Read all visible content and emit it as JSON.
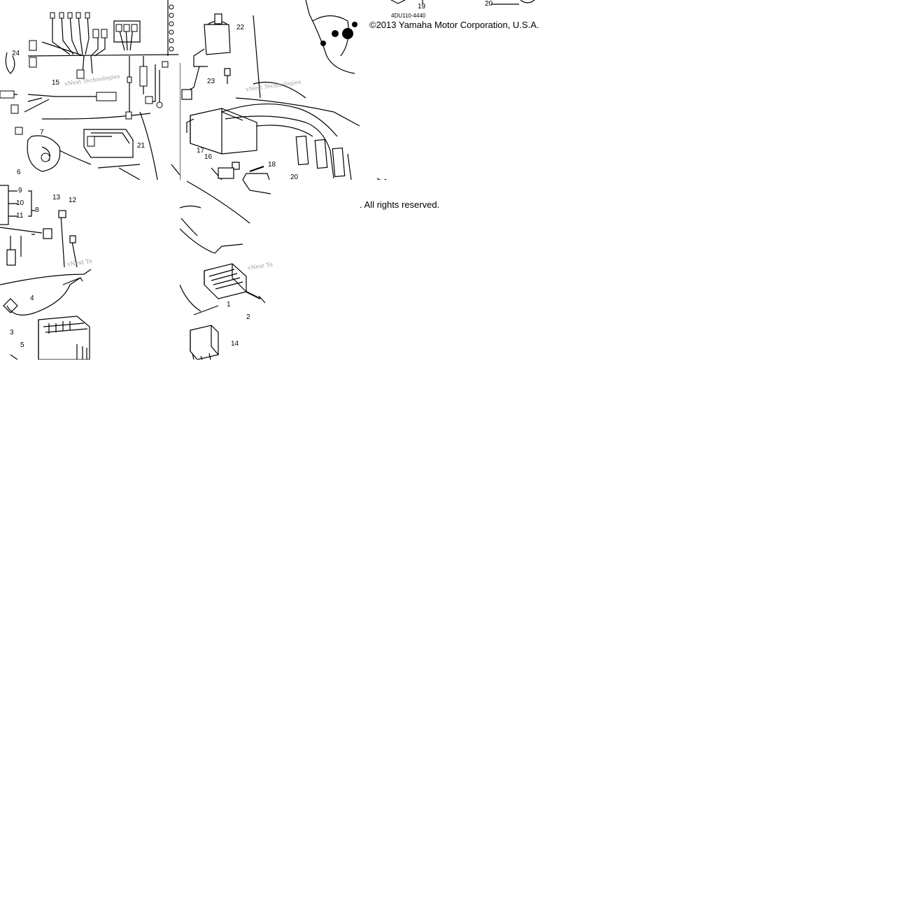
{
  "tiles": [
    {
      "callouts": [
        "24",
        "15",
        "7",
        "6",
        "21"
      ],
      "watermark": "vNext Technologies"
    },
    {
      "callouts": [
        "22",
        "23",
        "17",
        "16",
        "18",
        "20"
      ],
      "watermark": "vNext Technologies"
    },
    {
      "callouts": [
        "19",
        "20"
      ],
      "part_code": "4DU110-4440",
      "copyright": "©2013 Yamaha Motor Corporation, U.S.A."
    },
    {
      "callouts": [
        "9",
        "10",
        "8",
        "11",
        "13",
        "12",
        "4",
        "3",
        "5"
      ],
      "watermark": "vNext Te"
    },
    {
      "callouts": [
        "1",
        "2",
        "14"
      ],
      "watermark": "vNext Te"
    },
    {
      "copyright": ". All rights reserved."
    }
  ]
}
